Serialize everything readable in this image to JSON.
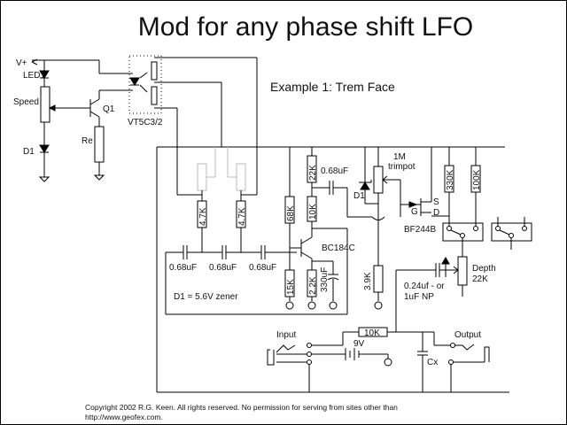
{
  "title": "Mod for any phase shift LFO",
  "subtitle": "Example 1: Trem Face",
  "labels": {
    "vplus": "V+",
    "led1": "LED1",
    "speed": "Speed",
    "q1": "Q1",
    "re": "Re",
    "d1_left": "D1",
    "optocoupler": "VT5C3/2",
    "r_47k_a": "4.7K",
    "r_47k_b": "4.7K",
    "r_68k": "68K",
    "r_22k": "22K",
    "r_10k_coll": "10K",
    "cap_068_top": "0.68uF",
    "transistor": "BC184C",
    "cap_a": "0.68uF",
    "cap_b": "0.68uF",
    "cap_c": "0.68uF",
    "zener_note": "D1 = 5.6V zener",
    "r_15k": "15K",
    "r_22k_emit": "2.2K",
    "cap_330": "330uF",
    "trimpot_value": "1M",
    "trimpot_label": "trimpot",
    "d1_right": "D1",
    "jfet_g": "G",
    "jfet_s": "S",
    "jfet_d": "D",
    "jfet": "BF244B",
    "r_330k": "330K",
    "r_100k": "100K",
    "r_39k": "3.9K",
    "cap_depth_1": "0.24uf  - or",
    "cap_depth_2": "1uF NP",
    "depth": "Depth",
    "depth_value": "22K",
    "input": "Input",
    "output": "Output",
    "r_10k_bottom": "10K",
    "battery": "9V",
    "cx": "Cx"
  },
  "copyright_line1": "Copyright 2002 R.G. Keen. All rights reserved. No permission for serving from sites other than",
  "copyright_line2": "http://www.geofex.com."
}
